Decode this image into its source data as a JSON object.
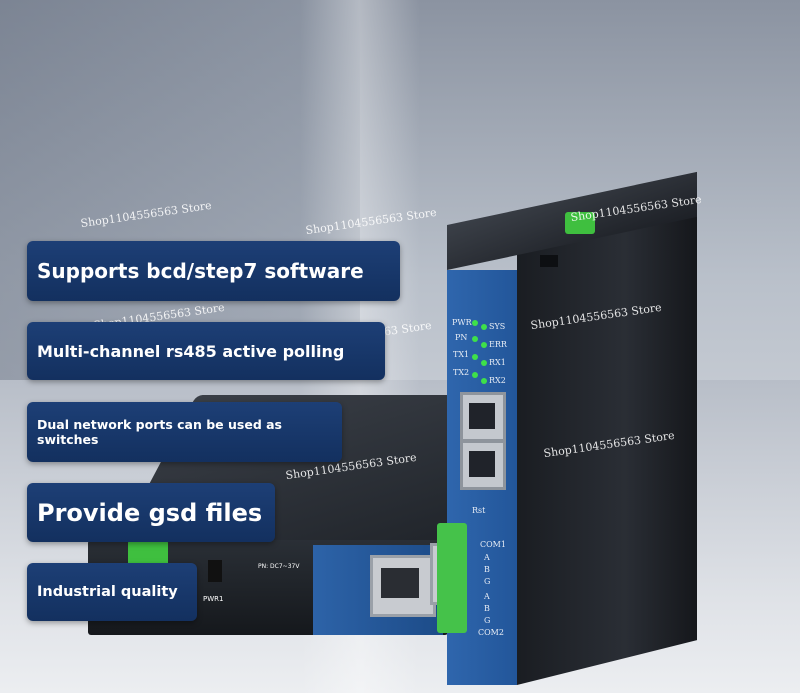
{
  "banners": [
    "Supports bcd/step7 software",
    "Multi-channel rs485 active polling",
    "Dual network ports can be used as switches",
    "Provide gsd files",
    "Industrial quality"
  ],
  "watermark": "Shop1104556563 Store",
  "device_labels": {
    "leds_left": [
      "PWR",
      "PN",
      "TX1",
      "TX2"
    ],
    "leds_right": [
      "SYS",
      "ERR",
      "RX1",
      "RX2"
    ],
    "com1": "COM1",
    "com2": "COM2",
    "rst": "Rst",
    "pwr1": "PWR1",
    "power_spec": "PN: DC7~37V",
    "terminal_pins": [
      "A",
      "B",
      "G",
      "A",
      "B",
      "G"
    ]
  }
}
